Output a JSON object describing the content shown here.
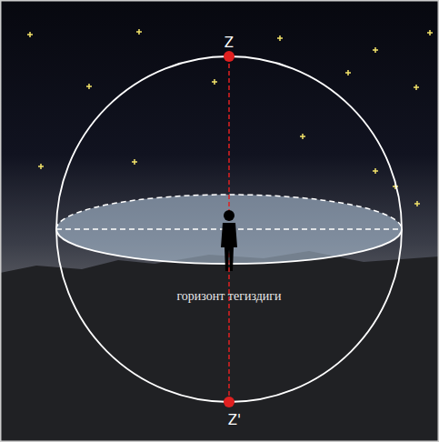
{
  "diagram": {
    "labels": [
      "Z",
      "Z'",
      "горизонт тегиздиги"
    ]
  }
}
